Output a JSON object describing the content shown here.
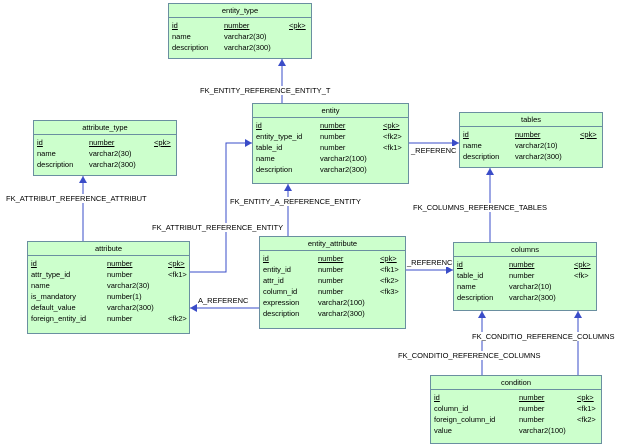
{
  "diagram": {
    "line_color": "#3a4cc8",
    "entity_fill": "#ccffcc",
    "entity_border": "#6a8fa0"
  },
  "entities": {
    "entity_type": {
      "title": "entity_type",
      "rows": [
        [
          "id",
          "number",
          "<pk>"
        ],
        [
          "name",
          "varchar2(30)",
          ""
        ],
        [
          "description",
          "varchar2(300)",
          ""
        ]
      ]
    },
    "attribute_type": {
      "title": "attribute_type",
      "rows": [
        [
          "id",
          "number",
          "<pk>"
        ],
        [
          "name",
          "varchar2(30)",
          ""
        ],
        [
          "description",
          "varchar2(300)",
          ""
        ]
      ]
    },
    "entity": {
      "title": "entity",
      "rows": [
        [
          "id",
          "number",
          "<pk>"
        ],
        [
          "entity_type_id",
          "number",
          "<fk2>"
        ],
        [
          "table_id",
          "number",
          "<fk1>"
        ],
        [
          "name",
          "varchar2(100)",
          ""
        ],
        [
          "description",
          "varchar2(300)",
          ""
        ]
      ]
    },
    "tables": {
      "title": "tables",
      "rows": [
        [
          "id",
          "number",
          "<pk>"
        ],
        [
          "name",
          "varchar2(10)",
          ""
        ],
        [
          "description",
          "varchar2(300)",
          ""
        ]
      ]
    },
    "attribute": {
      "title": "attribute",
      "rows": [
        [
          "id",
          "number",
          "<pk>"
        ],
        [
          "attr_type_id",
          "number",
          "<fk1>"
        ],
        [
          "name",
          "varchar2(30)",
          ""
        ],
        [
          "is_mandatory",
          "number(1)",
          ""
        ],
        [
          "default_value",
          "varchar2(300)",
          ""
        ],
        [
          "foreign_entity_id",
          "number",
          "<fk2>"
        ]
      ]
    },
    "entity_attribute": {
      "title": "entity_attribute",
      "rows": [
        [
          "id",
          "number",
          "<pk>"
        ],
        [
          "entity_id",
          "number",
          "<fk1>"
        ],
        [
          "attr_id",
          "number",
          "<fk2>"
        ],
        [
          "column_id",
          "number",
          "<fk3>"
        ],
        [
          "expression",
          "varchar2(100)",
          ""
        ],
        [
          "description",
          "varchar2(300)",
          ""
        ]
      ]
    },
    "columns": {
      "title": "columns",
      "rows": [
        [
          "id",
          "number",
          "<pk>"
        ],
        [
          "table_id",
          "number",
          "<fk>"
        ],
        [
          "name",
          "varchar2(10)",
          ""
        ],
        [
          "description",
          "varchar2(300)",
          ""
        ]
      ]
    },
    "condition": {
      "title": "condition",
      "rows": [
        [
          "id",
          "number",
          "<pk>"
        ],
        [
          "column_id",
          "number",
          "<fk1>"
        ],
        [
          "foreign_column_id",
          "number",
          "<fk2>"
        ],
        [
          "value",
          "varchar2(100)",
          ""
        ]
      ]
    }
  },
  "relations": [
    {
      "id": "fk-entity-entity-type",
      "label": "FK_ENTITY_REFERENCE_ENTITY_T"
    },
    {
      "id": "fk-attribut-attribut",
      "label": "FK_ATTRIBUT_REFERENCE_ATTRIBUT"
    },
    {
      "id": "fk-entity-tables",
      "label": "_REFERENC"
    },
    {
      "id": "fk-columns-tables",
      "label": "FK_COLUMNS_REFERENCE_TABLES"
    },
    {
      "id": "fk-entity-a-entity",
      "label": "FK_ENTITY_A_REFERENCE_ENTITY"
    },
    {
      "id": "fk-attribut-entity",
      "label": "FK_ATTRIBUT_REFERENCE_ENTITY"
    },
    {
      "id": "fk-entity-a-columns",
      "label": "_REFERENC"
    },
    {
      "id": "fk-entity-a-attribut",
      "label": "A_REFERENC"
    },
    {
      "id": "fk-conditio-columns-2",
      "label": "FK_CONDITIO_REFERENCE_COLUMNS"
    },
    {
      "id": "fk-conditio-columns-1",
      "label": "FK_CONDITIO_REFERENCE_COLUMNS"
    }
  ]
}
